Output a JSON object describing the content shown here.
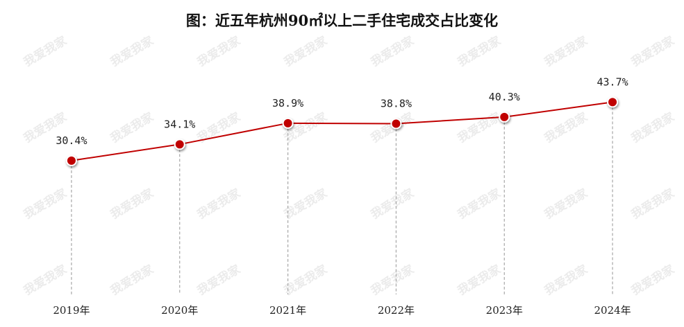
{
  "title": "图：近五年杭州90㎡以上二手住宅成交占比变化",
  "watermark": "我爱我家",
  "colors": {
    "line": "#c00000",
    "marker": "#c00000",
    "drop_line": "#a6a6a6"
  },
  "chart_data": {
    "type": "line",
    "title": "图：近五年杭州90㎡以上二手住宅成交占比变化",
    "xlabel": "",
    "ylabel": "",
    "categories": [
      "2019年",
      "2020年",
      "2021年",
      "2022年",
      "2023年",
      "2024年"
    ],
    "values": [
      30.4,
      34.1,
      38.9,
      38.8,
      40.3,
      43.7
    ],
    "value_labels": [
      "30.4%",
      "34.1%",
      "38.9%",
      "38.8%",
      "40.3%",
      "43.7%"
    ],
    "ylim": [
      0,
      48
    ],
    "grid": false,
    "legend": "none",
    "drop_lines": true
  }
}
